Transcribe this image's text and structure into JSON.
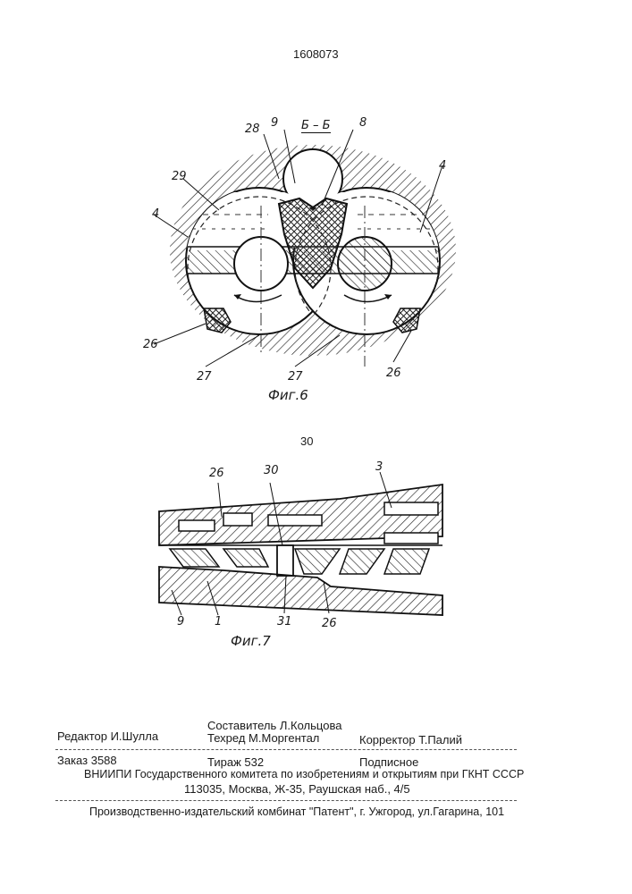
{
  "patent_number": "1608073",
  "fig6": {
    "section_label": "Б – Б",
    "caption": "Фиг.6",
    "labels": {
      "l9": "9",
      "l28": "28",
      "l8": "8",
      "l29": "29",
      "l4_left": "4",
      "l4_right": "4",
      "l26_left": "26",
      "l26_right": "26",
      "l27_left": "27",
      "l27_right": "27"
    }
  },
  "column_number": "30",
  "fig7": {
    "caption": "Фиг.7",
    "labels": {
      "l26_top": "26",
      "l30": "30",
      "l3": "3",
      "l9": "9",
      "l1": "1",
      "l31": "31",
      "l26_bottom": "26"
    }
  },
  "colophon": {
    "editor": "Редактор И.Шулла",
    "compiler": "Составитель Л.Кольцова",
    "techred": "Техред М.Моргентал",
    "corrector": "Корректор Т.Палий",
    "order": "Заказ 3588",
    "print_run": "Тираж 532",
    "subscription": "Подписное",
    "institute": "ВНИИПИ Государственного комитета по изобретениям и открытиям при ГКНТ СССР",
    "address": "113035, Москва, Ж-35, Раушская наб., 4/5",
    "publisher": "Производственно-издательский комбинат \"Патент\", г. Ужгород, ул.Гагарина, 101"
  }
}
